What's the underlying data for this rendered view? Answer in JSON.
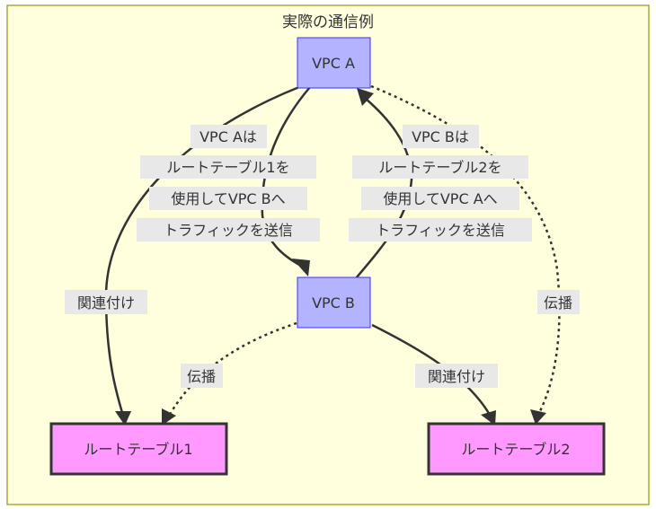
{
  "diagram": {
    "title": "実際の通信例",
    "colors": {
      "background": "#ffffde",
      "frame_border": "#aaaa33",
      "vpc_fill": "#b3b3ff",
      "vpc_border": "#3333ff",
      "route_table_fill": "#ff99ff",
      "route_table_border": "#333333",
      "edge": "#333333",
      "edge_label_bg": "#e8e8e8"
    },
    "nodes": {
      "vpc_a": {
        "label": "VPC A"
      },
      "vpc_b": {
        "label": "VPC B"
      },
      "rt1": {
        "label": "ルートテーブル1"
      },
      "rt2": {
        "label": "ルートテーブル2"
      }
    },
    "edges": {
      "a_to_b": {
        "from": "VPC A",
        "to": "VPC B",
        "style": "solid",
        "lines": [
          "VPC Aは",
          "ルートテーブル1を",
          "使用してVPC Bへ",
          "トラフィックを送信"
        ]
      },
      "b_to_a": {
        "from": "VPC B",
        "to": "VPC A",
        "style": "solid",
        "lines": [
          "VPC Bは",
          "ルートテーブル2を",
          "使用してVPC Aへ",
          "トラフィックを送信"
        ]
      },
      "a_to_rt1": {
        "from": "VPC A",
        "to": "ルートテーブル1",
        "style": "solid",
        "label": "関連付け"
      },
      "a_to_rt2": {
        "from": "VPC A",
        "to": "ルートテーブル2",
        "style": "dotted",
        "label": "伝播"
      },
      "b_to_rt1": {
        "from": "VPC B",
        "to": "ルートテーブル1",
        "style": "dotted",
        "label": "伝播"
      },
      "b_to_rt2": {
        "from": "VPC B",
        "to": "ルートテーブル2",
        "style": "solid",
        "label": "関連付け"
      }
    }
  }
}
